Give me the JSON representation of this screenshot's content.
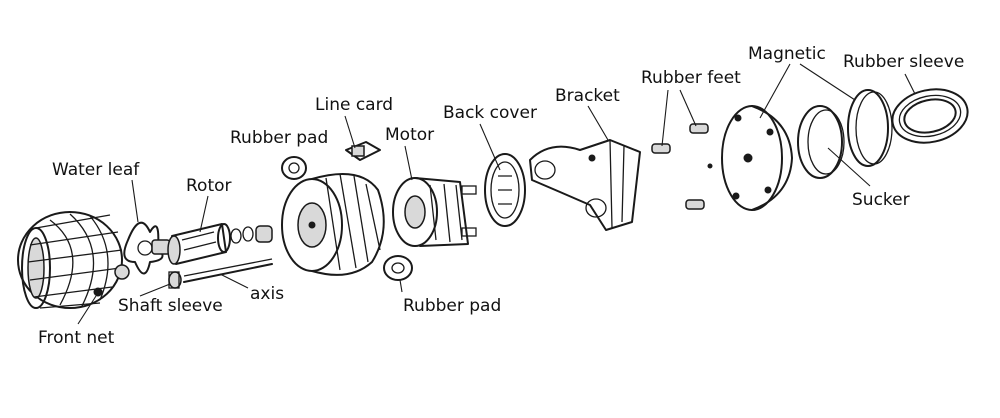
{
  "labels": {
    "water_leaf": "Water leaf",
    "rotor": "Rotor",
    "rubber_pad_top": "Rubber pad",
    "line_card": "Line card",
    "motor": "Motor",
    "back_cover": "Back cover",
    "bracket": "Bracket",
    "rubber_feet": "Rubber feet",
    "magnetic": "Magnetic",
    "rubber_sleeve": "Rubber sleeve",
    "sucker": "Sucker",
    "rubber_pad_bottom": "Rubber pad",
    "axis": "axis",
    "shaft_sleeve": "Shaft sleeve",
    "front_net": "Front net"
  },
  "colors": {
    "ink": "#1a1a1a",
    "background": "#ffffff",
    "fill": "#d9d9d9"
  }
}
